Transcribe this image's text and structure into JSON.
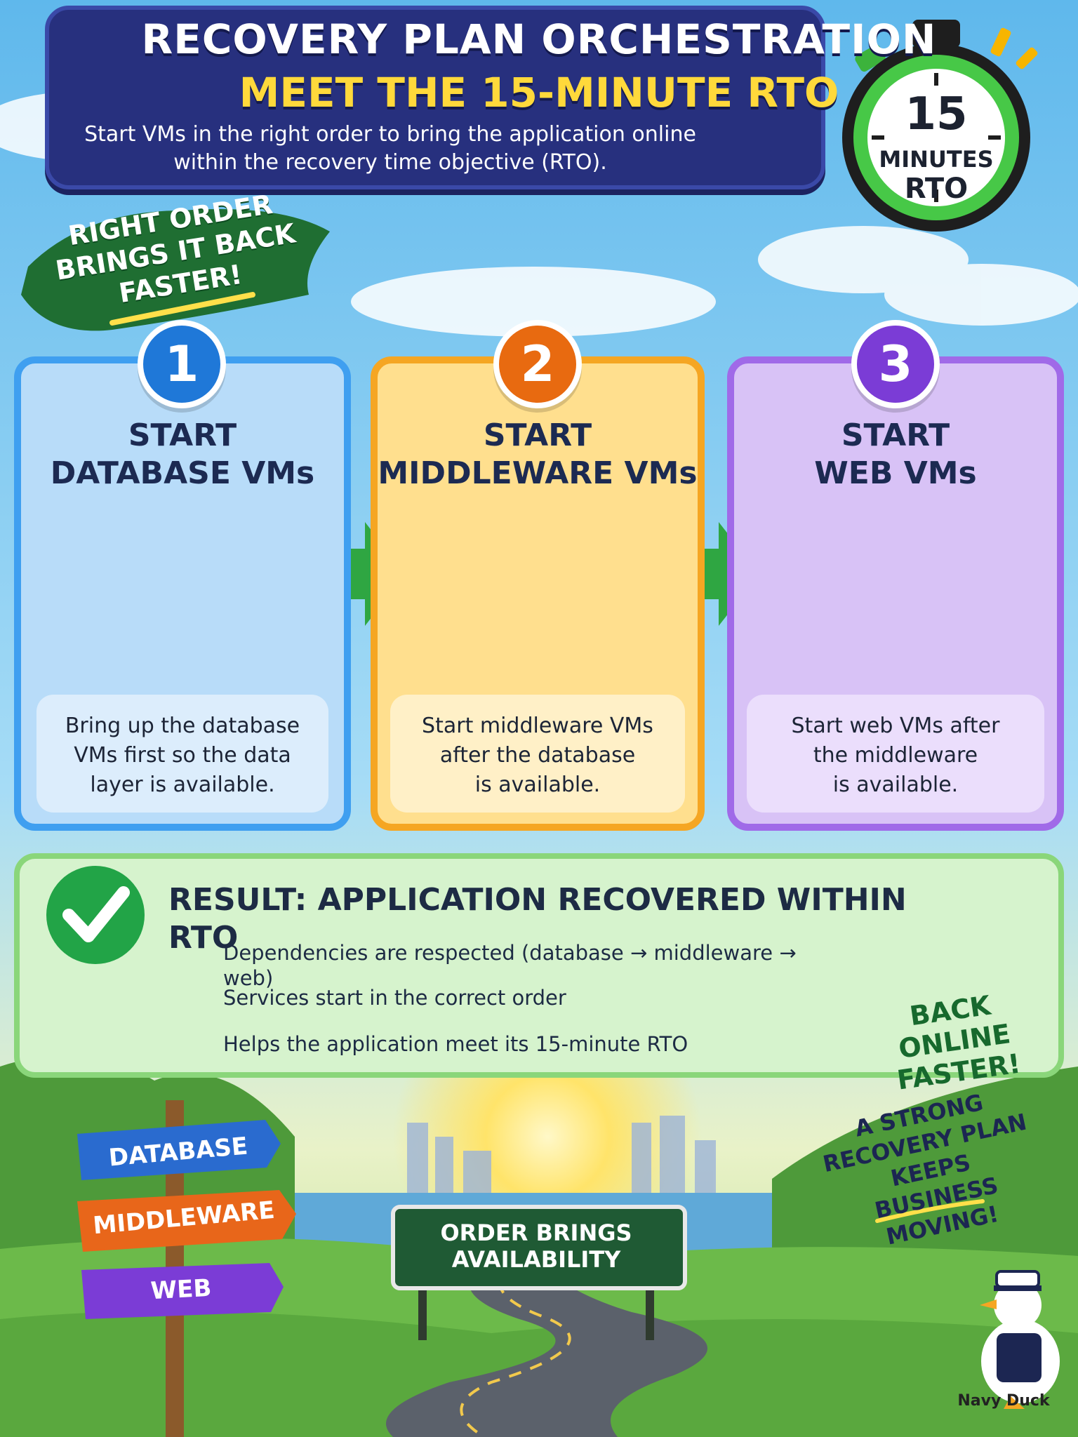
{
  "header": {
    "title_line1": "RECOVERY PLAN ORCHESTRATION",
    "title_line2": "MEET THE 15-MINUTE RTO",
    "subtitle_line1": "Start VMs in the right order to bring the application online",
    "subtitle_line2": "within the recovery time objective (RTO)."
  },
  "timer": {
    "number": "15",
    "unit": "MINUTES",
    "label": "RTO"
  },
  "slogan": "RIGHT ORDER\nBRINGS IT BACK\nFASTER!",
  "steps": [
    {
      "number": "1",
      "title_line1": "START",
      "title_line2": "DATABASE VMs",
      "desc": [
        "Bring up the database",
        "VMs first so the data",
        "layer is available."
      ]
    },
    {
      "number": "2",
      "title_line1": "START",
      "title_line2": "MIDDLEWARE VMs",
      "desc": [
        "Start middleware VMs",
        "after the database",
        "is available."
      ]
    },
    {
      "number": "3",
      "title_line1": "START",
      "title_line2": "WEB VMs",
      "desc": [
        "Start web VMs after",
        "the middleware",
        "is available."
      ]
    }
  ],
  "result": {
    "title": "RESULT: APPLICATION RECOVERED WITHIN RTO",
    "bullets": [
      "Dependencies are respected (database → middleware → web)",
      "Services start in the correct order",
      "Helps the application meet its 15-minute RTO"
    ],
    "badge": "BACK ONLINE\nFASTER!"
  },
  "tagline": "A STRONG\nRECOVERY PLAN\nKEEPS BUSINESS\nMOVING!",
  "signpost": [
    "DATABASE",
    "MIDDLEWARE",
    "WEB"
  ],
  "road_sign": {
    "line1": "ORDER BRINGS",
    "line2": "AVAILABILITY"
  },
  "mascot": "Navy Duck",
  "colors": {
    "step1": "#3f9ff0",
    "step2": "#f5a623",
    "step3": "#a06ae8",
    "check_green": "#22a447",
    "title_bg": "#27307e",
    "title_accent": "#ffd93b"
  }
}
